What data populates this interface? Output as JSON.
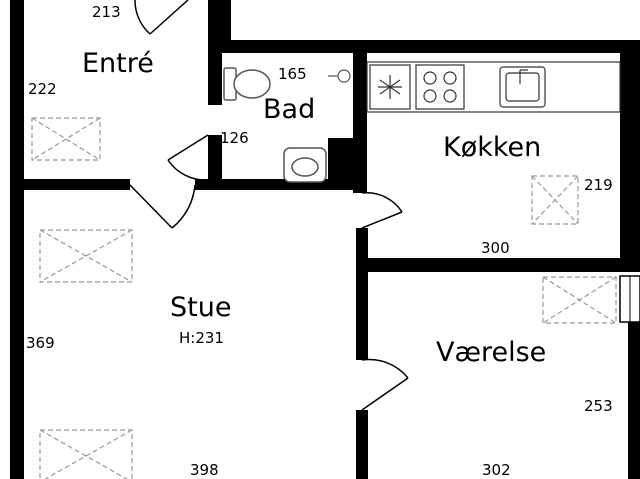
{
  "plan": {
    "colors": {
      "wall": "#000000",
      "background": "#ffffff",
      "marker": "#9a9a9a",
      "appliance": "#555555"
    },
    "rooms": {
      "entre": {
        "name": "Entré",
        "dims": [
          "213",
          "222"
        ]
      },
      "bad": {
        "name": "Bad",
        "dims": [
          "165",
          "126"
        ]
      },
      "kokken": {
        "name": "Køkken",
        "dims": [
          "219",
          "300"
        ]
      },
      "stue": {
        "name": "Stue",
        "height": "H:231",
        "dims": [
          "369",
          "398"
        ]
      },
      "vaerelse": {
        "name": "Værelse",
        "dims": [
          "253",
          "302"
        ]
      }
    },
    "icons": [
      "toilet-icon",
      "sink-icon",
      "shower-drain-icon",
      "fridge-icon",
      "stove-icon",
      "kitchen-sink-icon",
      "ceiling-light-icon",
      "window-icon",
      "door-swing-icon"
    ]
  }
}
